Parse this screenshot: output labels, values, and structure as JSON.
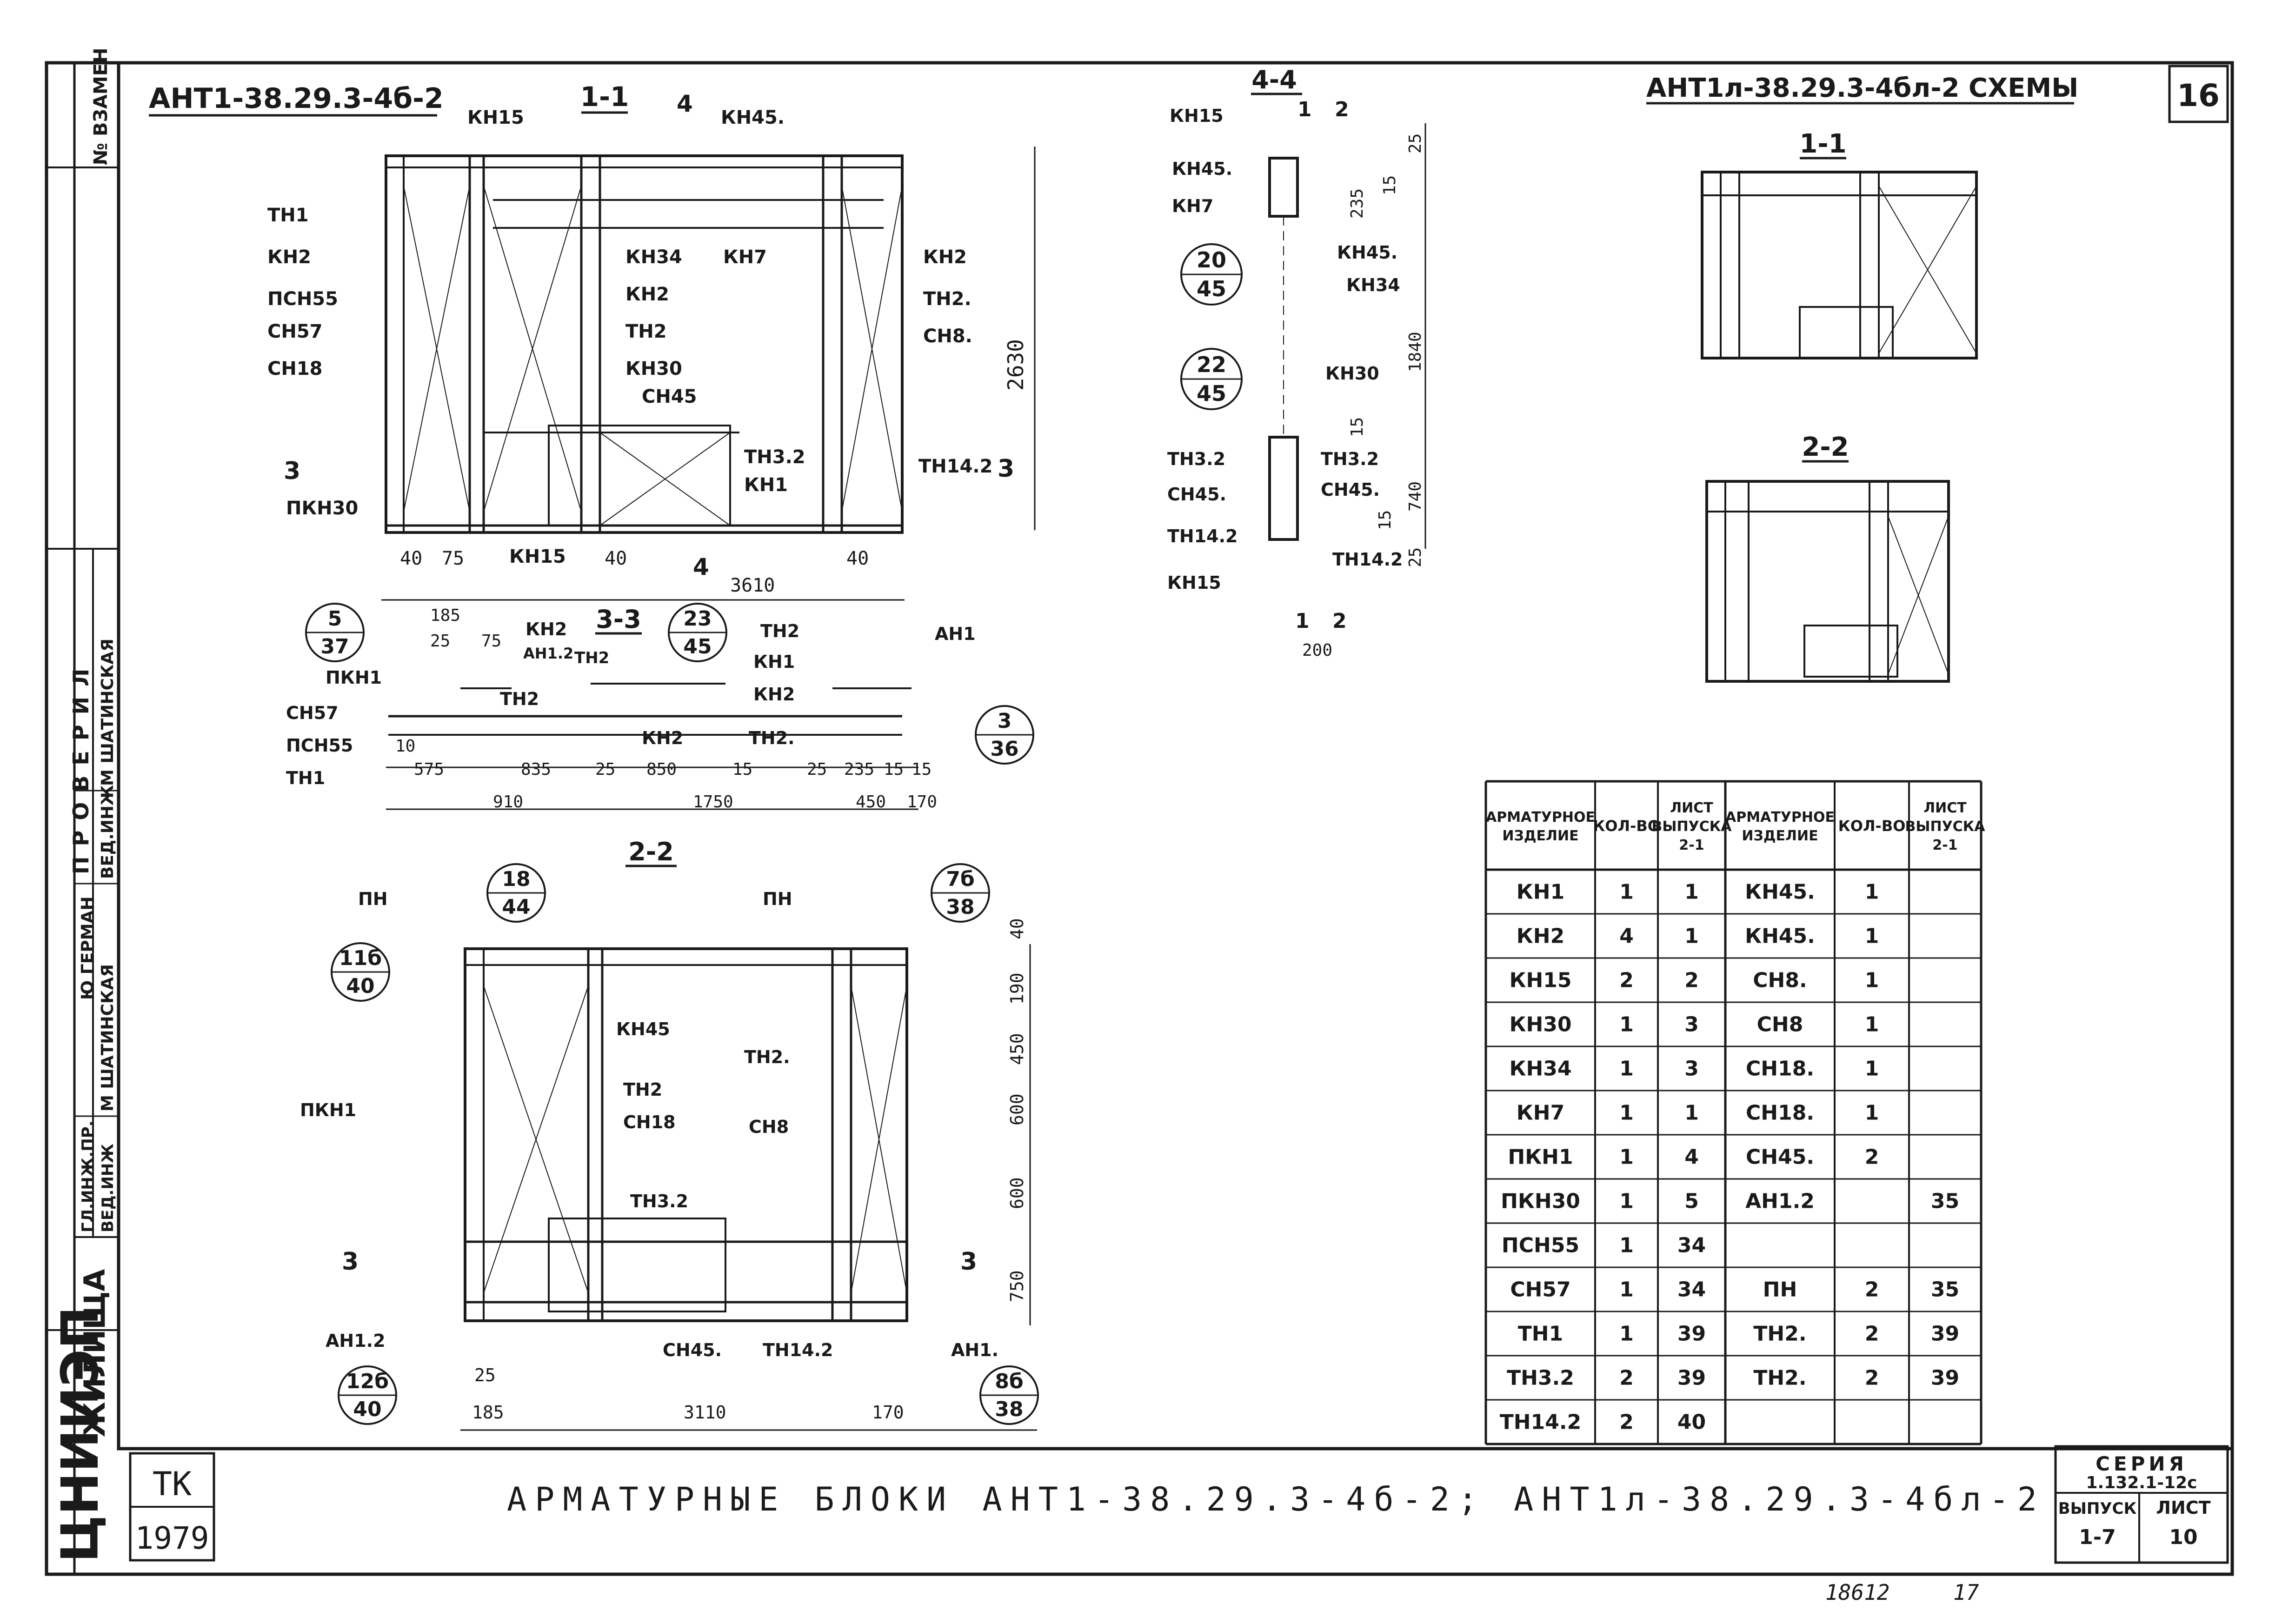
{
  "sheet_no": "16",
  "header_left": "АНТ1-38.29.3-4б-2",
  "header_right": "АНТ1л-38.29.3-4бл-2 СХЕМЫ",
  "sections": {
    "s11": "1-1",
    "s22": "2-2",
    "s33": "3-3",
    "s44": "4-4",
    "scheme11": "1-1",
    "scheme22": "2-2"
  },
  "side": {
    "vzamen": "№ ВЗАМЕН",
    "proveril": "ПРОВЕРИЛ",
    "gl": "ГЛ.ИНЖ.ПР.",
    "ved": "ВЕД.ИНЖ",
    "ved2": "ВЕД.ИНЖ",
    "names": [
      "Ю ГЕРМАН",
      "М ШАТИНСКАЯ",
      "М ШАТИНСКАЯ"
    ],
    "org": "ЦНИИЭП",
    "zhil": "ЖИЛИЩА"
  },
  "labels_view1": {
    "left": [
      "ТН1",
      "КН2",
      "ПСН55",
      "СН57",
      "СН18"
    ],
    "kn15_top": "КН15",
    "kn45_top": "КН45.",
    "kn34": "КН34",
    "kn7": "КН7",
    "kn2c": "КН2",
    "th2c": "ТН2",
    "kn30": "КН30",
    "sn45": "СН45",
    "th32": "ТН3.2",
    "kn1": "КН1",
    "right": [
      "КН2",
      "ТН2.",
      "СН8."
    ],
    "th142": "ТН14.2",
    "pkn30": "ПКН30",
    "kn15_bot": "КН15",
    "dim_2630": "2630",
    "dims_bot": [
      "40",
      "75",
      "40",
      "40"
    ],
    "dim_3610": "3610",
    "sec3": "3",
    "sec4": "4"
  },
  "labels_view3": {
    "left": [
      "ПКН1",
      "СН57",
      "ПСН55",
      "ТН1"
    ],
    "kn2a": "КН2",
    "an12": "АН1.2",
    "th2a": "ТН2",
    "th2b": "ТН2",
    "kn2b": "КН2",
    "th2top": "ТН2",
    "kn1": "КН1",
    "kn2c": "КН2",
    "th2d": "ТН2.",
    "an1": "АН1",
    "dims_top": [
      "185",
      "25",
      "75"
    ],
    "dims": [
      "10",
      "575",
      "835",
      "25",
      "850",
      "15",
      "25",
      "235",
      "15",
      "15"
    ],
    "dims2": [
      "910",
      "1750",
      "450",
      "170"
    ]
  },
  "labels_view2": {
    "pn1": "ПН",
    "pn2": "ПН",
    "pkn1": "ПКН1",
    "kn45": "КН45",
    "th2a": "ТН2.",
    "th2b": "ТН2",
    "sn18": "СН18",
    "sn8": "СН8",
    "th32": "ТН3.2",
    "an12": "АН1.2",
    "sn45": "СН45.",
    "th142": "ТН14.2",
    "an1": "АН1.",
    "dims_r": [
      "40",
      "190",
      "450",
      "600",
      "600",
      "750"
    ],
    "dims_b": [
      "25",
      "185",
      "3110",
      "170"
    ],
    "sec3a": "3",
    "sec3b": "3"
  },
  "labels_view4": {
    "kn15": "КН15",
    "kn45": "КН45.",
    "kn7": "КН7",
    "kn45b": "КН45.",
    "kn34": "КН34",
    "kn30": "КН30",
    "th32": "ТН3.2",
    "sn45": "СН45.",
    "th142": "ТН14.2",
    "kn15b": "КН15",
    "th32b": "ТН3.2",
    "sn45b": "СН45.",
    "th142b": "ТН14.2",
    "dims": [
      "25",
      "235",
      "15",
      "1840",
      "15",
      "740",
      "15",
      "25",
      "200"
    ],
    "n1": "1",
    "n2": "2",
    "n1b": "1",
    "n2b": "2"
  },
  "callouts": [
    {
      "top": "5",
      "bot": "37"
    },
    {
      "top": "23",
      "bot": "45"
    },
    {
      "top": "3",
      "bot": "36"
    },
    {
      "top": "18",
      "bot": "44"
    },
    {
      "top": "7б",
      "bot": "38"
    },
    {
      "top": "11б",
      "bot": "40"
    },
    {
      "top": "12б",
      "bot": "40"
    },
    {
      "top": "8б",
      "bot": "38"
    },
    {
      "top": "20",
      "bot": "45"
    },
    {
      "top": "22",
      "bot": "45"
    }
  ],
  "table": {
    "headers": [
      "АРМАТУРНОЕ ИЗДЕЛИЕ",
      "КОЛ-ВО",
      "ЛИСТ ВЫПУСКА 2-1",
      "АРМАТУРНОЕ ИЗДЕЛИЕ",
      "КОЛ-ВО",
      "ЛИСТ ВЫПУСКА 2-1"
    ],
    "rows": [
      [
        "КН1",
        "1",
        "1",
        "КН45.",
        "1",
        ""
      ],
      [
        "КН2",
        "4",
        "1",
        "КН45.",
        "1",
        ""
      ],
      [
        "КН15",
        "2",
        "2",
        "СН8.",
        "1",
        ""
      ],
      [
        "КН30",
        "1",
        "3",
        "СН8",
        "1",
        ""
      ],
      [
        "КН34",
        "1",
        "3",
        "СН18.",
        "1",
        ""
      ],
      [
        "КН7",
        "1",
        "1",
        "СН18.",
        "1",
        ""
      ],
      [
        "ПКН1",
        "1",
        "4",
        "СН45.",
        "2",
        ""
      ],
      [
        "ПКН30",
        "1",
        "5",
        "АН1.2",
        "",
        "35"
      ],
      [
        "ПСН55",
        "1",
        "34",
        "",
        "",
        ""
      ],
      [
        "СН57",
        "1",
        "34",
        "ПН",
        "2",
        "35"
      ],
      [
        "ТН1",
        "1",
        "39",
        "ТН2.",
        "2",
        "39"
      ],
      [
        "ТН3.2",
        "2",
        "39",
        "ТН2.",
        "2",
        "39"
      ],
      [
        "ТН14.2",
        "2",
        "40",
        "",
        "",
        ""
      ]
    ]
  },
  "title_block": {
    "tk": "ТК",
    "year": "1979",
    "title": "АРМАТУРНЫЕ БЛОКИ АНТ1-38.29.3-4б-2; АНТ1л-38.29.3-4бл-2",
    "seria_label": "СЕРИЯ",
    "seria": "1.132.1-12с",
    "vypusk_label": "ВЫПУСК",
    "vypusk": "1-7",
    "list_label": "ЛИСТ",
    "list": "10"
  },
  "footer": {
    "num1": "18612",
    "num2": "17"
  }
}
